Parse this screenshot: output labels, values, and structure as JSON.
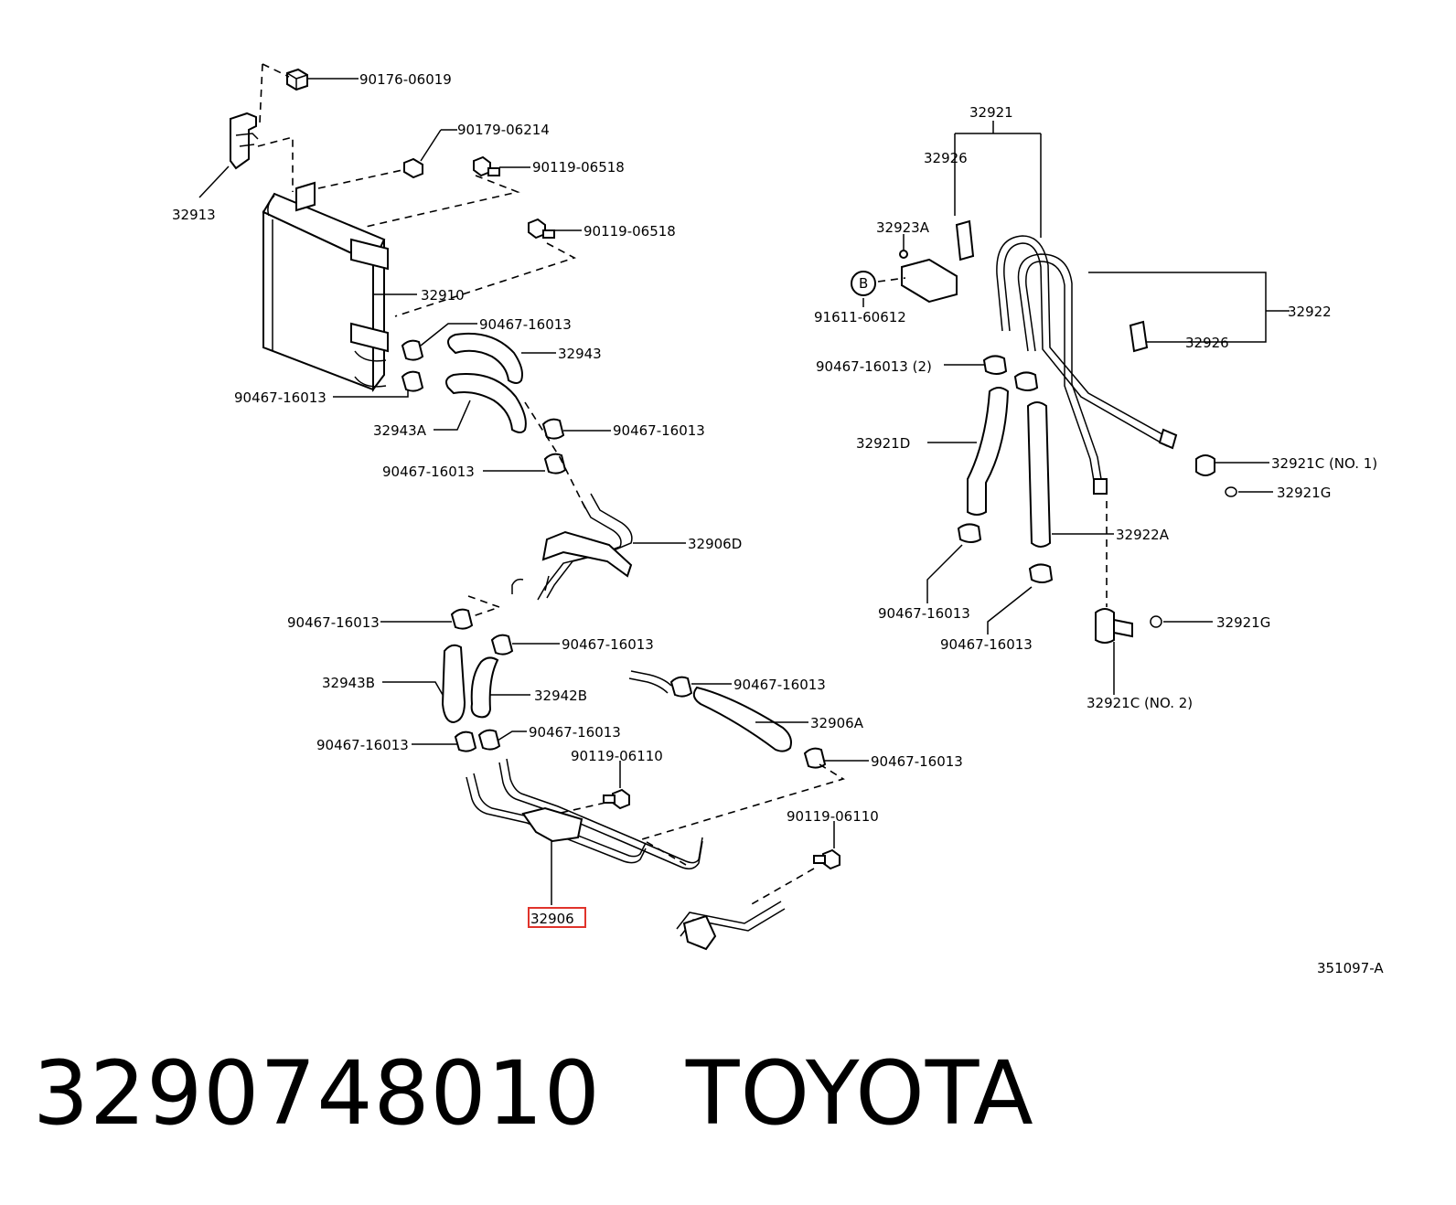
{
  "diagram": {
    "labels": {
      "l_90176_06019": "90176-06019",
      "l_90179_06214": "90179-06214",
      "l_90119_06518_a": "90119-06518",
      "l_90119_06518_b": "90119-06518",
      "l_32913": "32913",
      "l_32910": "32910",
      "l_90467_16013_a": "90467-16013",
      "l_32943": "32943",
      "l_90467_16013_b": "90467-16013",
      "l_32943A": "32943A",
      "l_90467_16013_c": "90467-16013",
      "l_90467_16013_d": "90467-16013",
      "l_32906D": "32906D",
      "l_90467_16013_e": "90467-16013",
      "l_90467_16013_f": "90467-16013",
      "l_32943B": "32943B",
      "l_32942B": "32942B",
      "l_90467_16013_g": "90467-16013",
      "l_90467_16013_h": "90467-16013",
      "l_90467_16013_i": "90467-16013",
      "l_32906A": "32906A",
      "l_90119_06110_a": "90119-06110",
      "l_90467_16013_j": "90467-16013",
      "l_90119_06110_b": "90119-06110",
      "l_32906": "32906",
      "l_32921": "32921",
      "l_32926_a": "32926",
      "l_32923A": "32923A",
      "l_B": "B",
      "l_91611_60612": "91611-60612",
      "l_32922": "32922",
      "l_32926_b": "32926",
      "l_90467_16013_2": "90467-16013 (2)",
      "l_32921D": "32921D",
      "l_32921C_1": "32921C (NO. 1)",
      "l_32921G_a": "32921G",
      "l_32922A": "32922A",
      "l_90467_16013_k": "90467-16013",
      "l_90467_16013_l": "90467-16013",
      "l_32921G_b": "32921G",
      "l_32921C_2": "32921C (NO. 2)",
      "l_ref": "351097-A"
    },
    "highlight_color": "#e0332b"
  },
  "footer": {
    "part_number": "3290748010",
    "brand": "TOYOTA"
  }
}
